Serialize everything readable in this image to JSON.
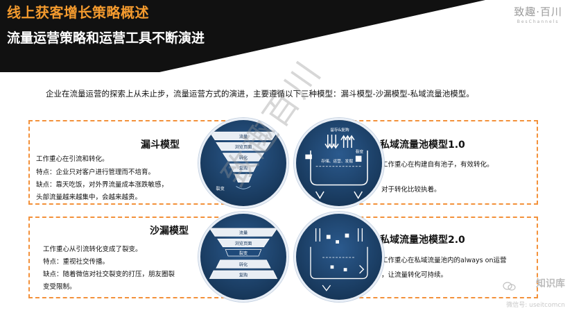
{
  "header": {
    "title": "线上获客增长策略概述",
    "subtitle": "流量运营策略和运营工具不断演进"
  },
  "logo": {
    "cn": "致趣·百川",
    "en": "BesChannels"
  },
  "intro": "企业在流量运营的探索上从未止步，流量运营方式的演进，主要遵循以下三种模型：漏斗模型-沙漏模型-私域流量池模型。",
  "funnel_model": {
    "title": "漏斗模型",
    "lines": [
      "工作重心在引流和转化。",
      "特点：企业只对客户进行管理而不培育。",
      "缺点：靠天吃饭，对外界流量成本涨跌敏感，",
      "头部流量越来越集中，会越来越贵。"
    ],
    "diagram_labels": [
      "流量",
      "浏览页面",
      "转化",
      "复购",
      "裂变"
    ]
  },
  "hourglass_model": {
    "title": "沙漏模型",
    "lines": [
      "工作重心从引流转化变成了裂变。",
      "特点：重视社交传播。",
      "缺点：随着微信对社交裂变的打压，朋友圈裂",
      "变受限制。"
    ],
    "diagram_labels": [
      "流量",
      "浏览页面",
      "裂变",
      "转化",
      "复购"
    ]
  },
  "private_pool_v1": {
    "title": "私域流量池模型1.0",
    "lines": [
      "工作重心在构建自有池子，有效转化。",
      "对于转化比较执着。"
    ],
    "diagram_labels": [
      "留存&复购",
      "裂变",
      "存储、运营、发掘"
    ]
  },
  "private_pool_v2": {
    "title": "私域流量池模型2.0",
    "lines": [
      "工作重心在私域流量池内的always on运营",
      "，让流量转化可持续。"
    ]
  },
  "watermark": "致趣百川",
  "credit": {
    "name": "知识库",
    "sub": "微信号: useitcomcn"
  },
  "colors": {
    "accent": "#f3913a",
    "title_orange": "#f39a2e",
    "band": "#111111",
    "circle_bg": "#1c3f6b"
  }
}
